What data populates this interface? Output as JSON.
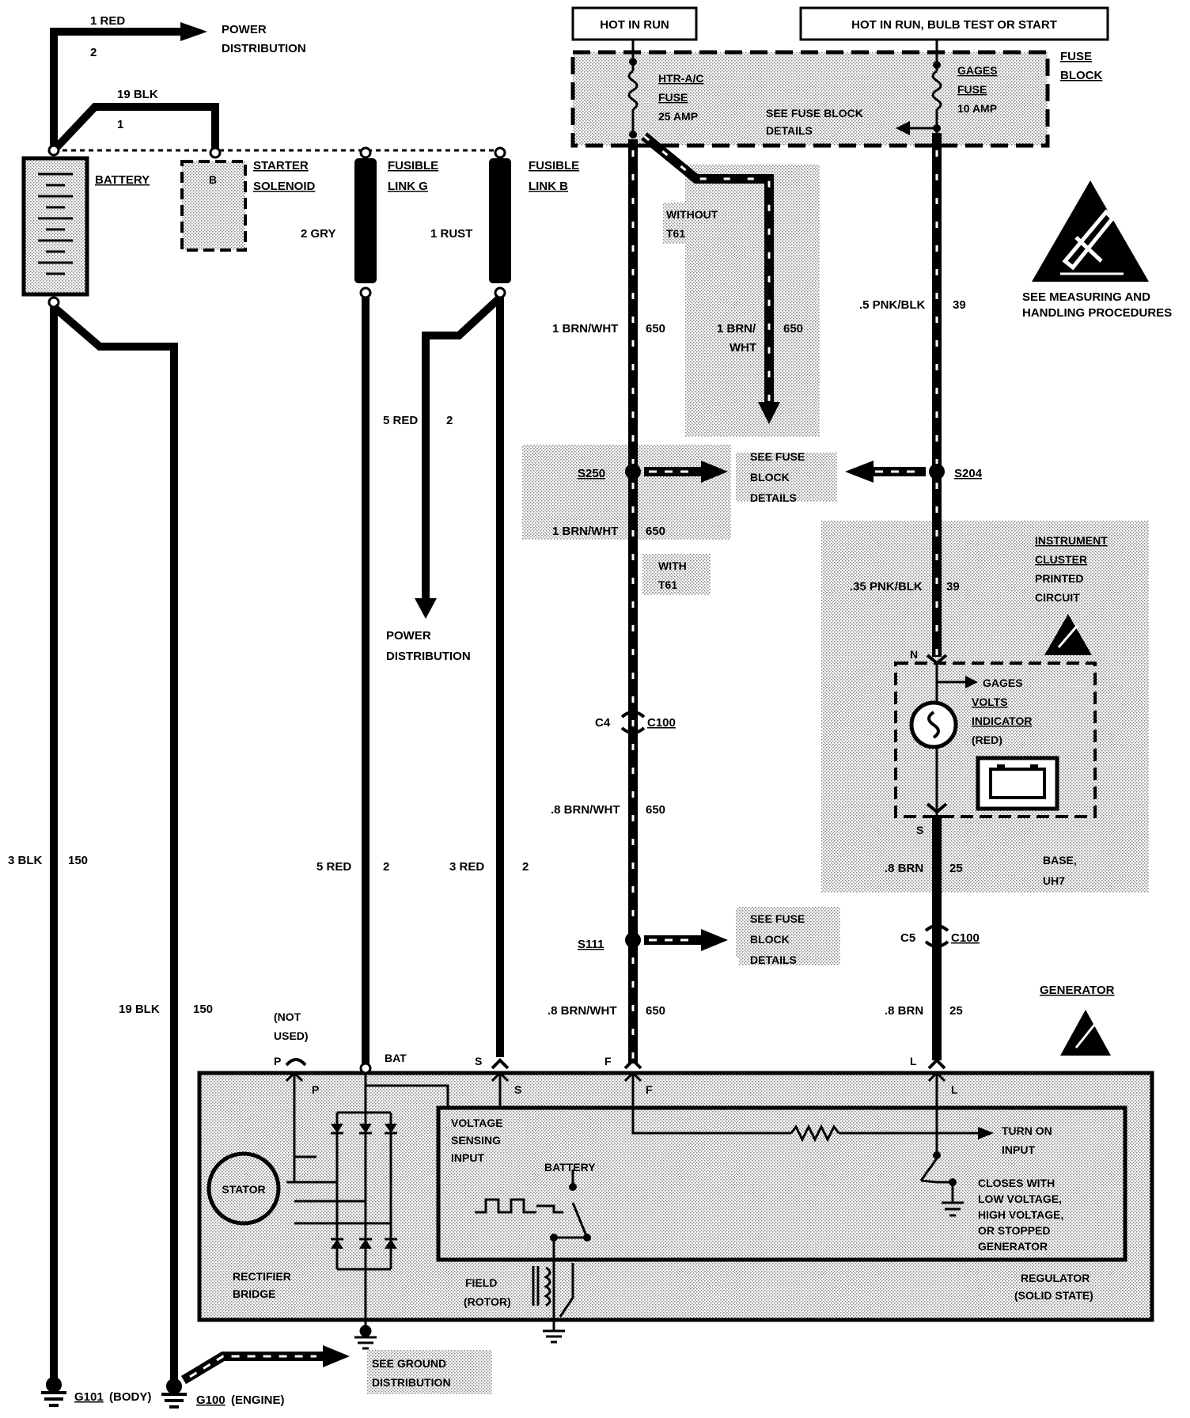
{
  "headers": {
    "hot_in_run": "HOT IN RUN",
    "hot_in_run_bulb": "HOT IN RUN, BULB TEST OR START"
  },
  "fuse_block": {
    "label_1": "FUSE",
    "label_2": "BLOCK",
    "htr_fuse_1": "HTR-A/C",
    "htr_fuse_2": "FUSE",
    "htr_fuse_3": "25 AMP",
    "gages_fuse_1": "GAGES",
    "gages_fuse_2": "FUSE",
    "gages_fuse_3": "10 AMP",
    "details_1": "SEE FUSE BLOCK",
    "details_2": "DETAILS"
  },
  "top_left": {
    "wire_1red": "1 RED",
    "circuit_2": "2",
    "power_dist_1": "POWER",
    "power_dist_2": "DISTRIBUTION",
    "wire_19blk": "19 BLK",
    "circuit_1": "1",
    "battery": "BATTERY",
    "starter_1": "STARTER",
    "starter_2": "SOLENOID",
    "starter_b": "B",
    "fusible_g_1": "FUSIBLE",
    "fusible_g_2": "LINK G",
    "fusible_b_1": "FUSIBLE",
    "fusible_b_2": "LINK B",
    "wire_2gry": "2 GRY",
    "wire_1rust": "1 RUST",
    "wire_5red_a": "5 RED",
    "circuit_2b": "2",
    "power_dist2_1": "POWER",
    "power_dist2_2": "DISTRIBUTION"
  },
  "wires": {
    "w_3blk": "3 BLK",
    "c_150a": "150",
    "w_19blk": "19 BLK",
    "c_150b": "150",
    "w_5red": "5 RED",
    "c_2a": "2",
    "w_3red": "3 RED",
    "c_2b": "2",
    "w_brnwht_1": "1 BRN/WHT",
    "c_650a": "650",
    "w_brnwht_2a": "1 BRN/",
    "w_brnwht_2b": "WHT",
    "c_650b": "650",
    "without_1": "WITHOUT",
    "without_2": "T61",
    "w_pnkblk_5": ".5 PNK/BLK",
    "c_39a": "39",
    "s250": "S250",
    "see_fuse_1a": "SEE FUSE",
    "see_fuse_1b": "BLOCK",
    "see_fuse_1c": "DETAILS",
    "s204": "S204",
    "w_brnwht_3": "1 BRN/WHT",
    "c_650c": "650",
    "with_1": "WITH",
    "with_2": "T61",
    "w_pnkblk_35": ".35 PNK/BLK",
    "c_39b": "39",
    "c4": "C4",
    "c100_a": "C100",
    "w_brnwht_8a": ".8 BRN/WHT",
    "c_650d": "650",
    "s111": "S111",
    "see_fuse_2a": "SEE FUSE",
    "see_fuse_2b": "BLOCK",
    "see_fuse_2c": "DETAILS",
    "w_brnwht_8b": ".8 BRN/WHT",
    "c_650e": "650",
    "w_brn_8a": ".8 BRN",
    "c_25a": "25",
    "c5": "C5",
    "c100_b": "C100",
    "w_brn_8b": ".8 BRN",
    "c_25b": "25"
  },
  "esd": {
    "text_1": "SEE MEASURING AND",
    "text_2": "HANDLING PROCEDURES"
  },
  "cluster": {
    "ic_1": "INSTRUMENT",
    "ic_2": "CLUSTER",
    "ic_3": "PRINTED",
    "ic_4": "CIRCUIT",
    "n": "N",
    "s": "S",
    "gages": "GAGES",
    "volts": "VOLTS",
    "indicator": "INDICATOR",
    "red": "(RED)",
    "base_1": "BASE,",
    "base_2": "UH7"
  },
  "generator": {
    "title": "GENERATOR",
    "not_used_1": "(NOT",
    "not_used_2": "USED)",
    "p_top": "P",
    "bat": "BAT",
    "s_top": "S",
    "f_top": "F",
    "l_top": "L",
    "p_in": "P",
    "s_in": "S",
    "f_in": "F",
    "l_in": "L",
    "vsi_1": "VOLTAGE",
    "vsi_2": "SENSING",
    "vsi_3": "INPUT",
    "battery": "BATTERY",
    "turn_on_1": "TURN ON",
    "turn_on_2": "INPUT",
    "closes_1": "CLOSES WITH",
    "closes_2": "LOW VOLTAGE,",
    "closes_3": "HIGH VOLTAGE,",
    "closes_4": "OR STOPPED",
    "closes_5": "GENERATOR",
    "stator": "STATOR",
    "rect_1": "RECTIFIER",
    "rect_2": "BRIDGE",
    "field_1": "FIELD",
    "field_2": "(ROTOR)",
    "reg_1": "REGULATOR",
    "reg_2": "(SOLID STATE)"
  },
  "grounds": {
    "g101": "G101",
    "g101_desc": "(BODY)",
    "g100": "G100",
    "g100_desc": "(ENGINE)",
    "see_ground_1": "SEE GROUND",
    "see_ground_2": "DISTRIBUTION"
  }
}
